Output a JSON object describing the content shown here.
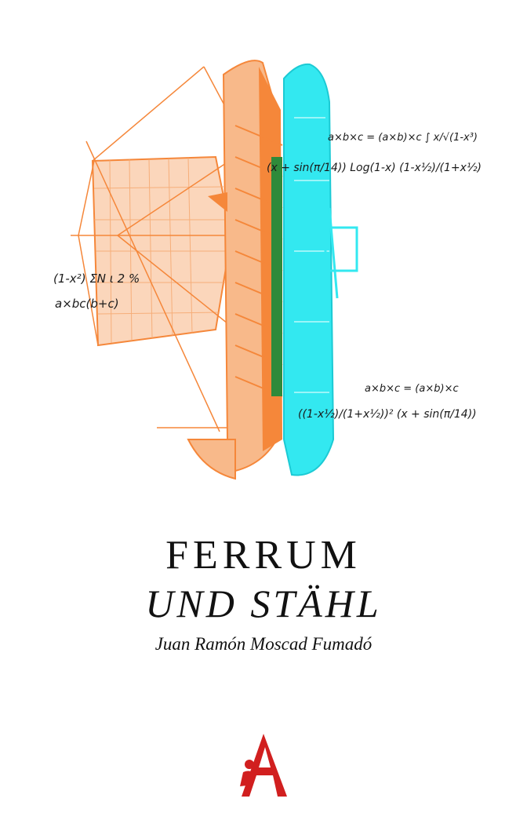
{
  "cover": {
    "title_line1": "FERRUM",
    "title_line2": "UND STÄHL",
    "author": "Juan Ramón Moscad Fumadó"
  },
  "formulas": {
    "f1": "a×b×c = (a×b)×c  ∫ x/√(1-x³)",
    "f2": "(x + sin(π/14))  Log(1-x)  (1-x½)/(1+x½)",
    "f3": "(1-x²) ΣN ι 2 %",
    "f4": "a×bc(b+c)",
    "f5": "a×b×c = (a×b)×c",
    "f6": "((1-x½)/(1+x½))² (x + sin(π/14))"
  },
  "colors": {
    "orange": "#f5873a",
    "orange_light": "#f8b98a",
    "cyan": "#33e8f0",
    "green": "#2f8a3a",
    "logo_red": "#d11f1f"
  },
  "icons": {
    "illustration": "ship-illustration",
    "publisher_logo": "publisher-logo-icon"
  }
}
